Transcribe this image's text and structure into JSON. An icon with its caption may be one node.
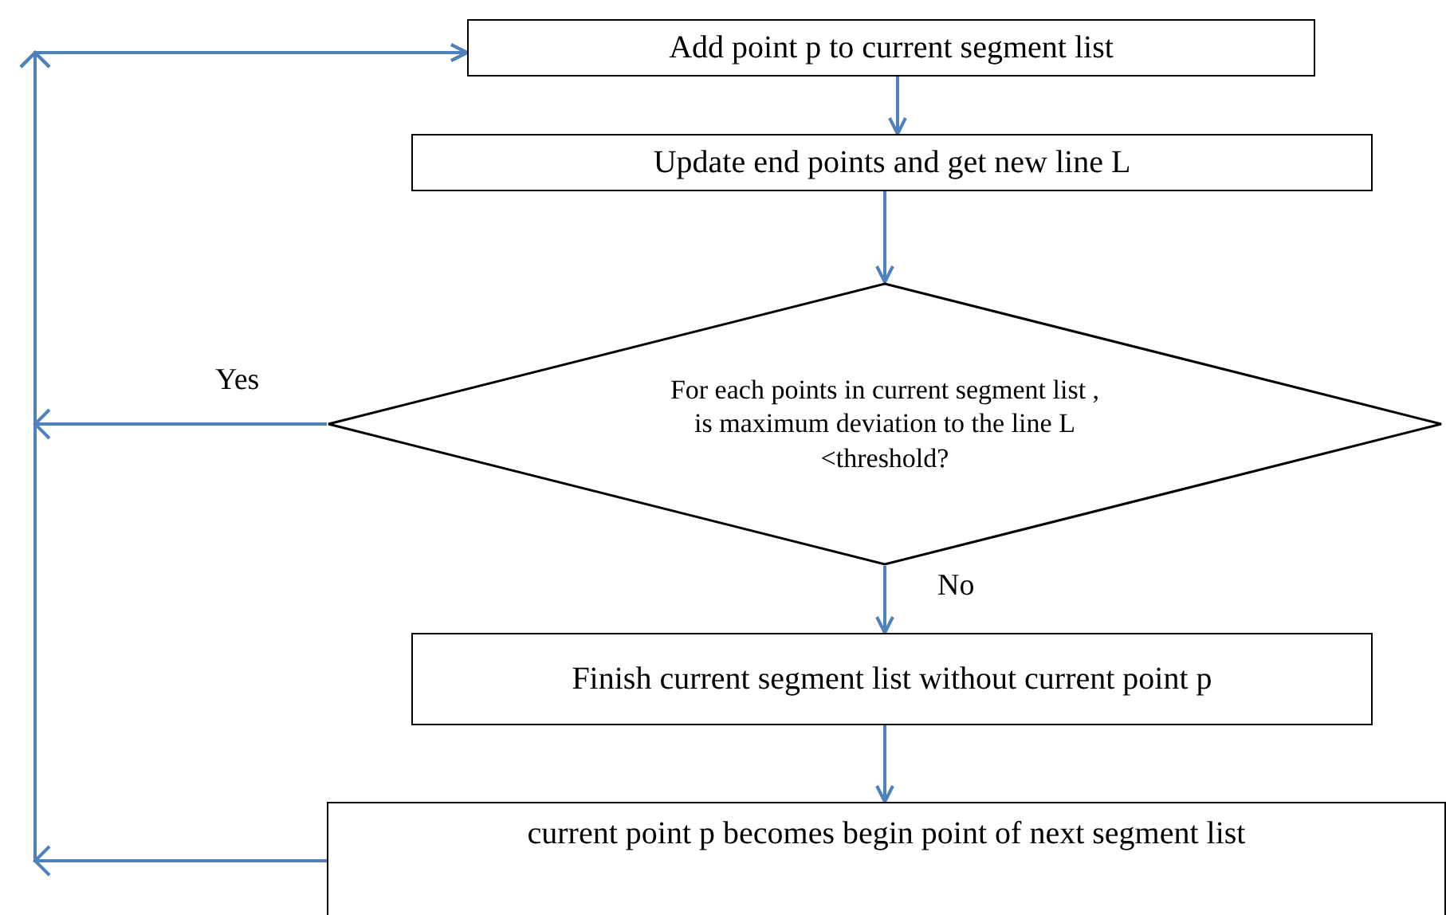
{
  "diagram": {
    "nodes": [
      {
        "text": [
          "Add point p to current segment list"
        ]
      },
      {
        "text": [
          "Update end points and get new line L"
        ]
      },
      {
        "text": [
          "For each points in current segment list , is maximum deviation to the line L <threshold?"
        ]
      },
      {
        "text": [
          "Finish current segment list without current point p"
        ]
      },
      {
        "text": [
          "current point p becomes begin point of next segment list"
        ]
      }
    ],
    "edges": [
      {
        "from": 0,
        "to": 1,
        "arrow": "to"
      },
      {
        "from": 1,
        "to": 2,
        "arrow": "to"
      },
      {
        "from": 2,
        "to": 0,
        "arrow": "to",
        "label": "Yes"
      },
      {
        "from": 2,
        "to": 3,
        "arrow": "to",
        "label": "No"
      },
      {
        "from": 3,
        "to": 4,
        "arrow": "to"
      },
      {
        "from": 4,
        "to": 0,
        "arrow": "to"
      }
    ]
  }
}
